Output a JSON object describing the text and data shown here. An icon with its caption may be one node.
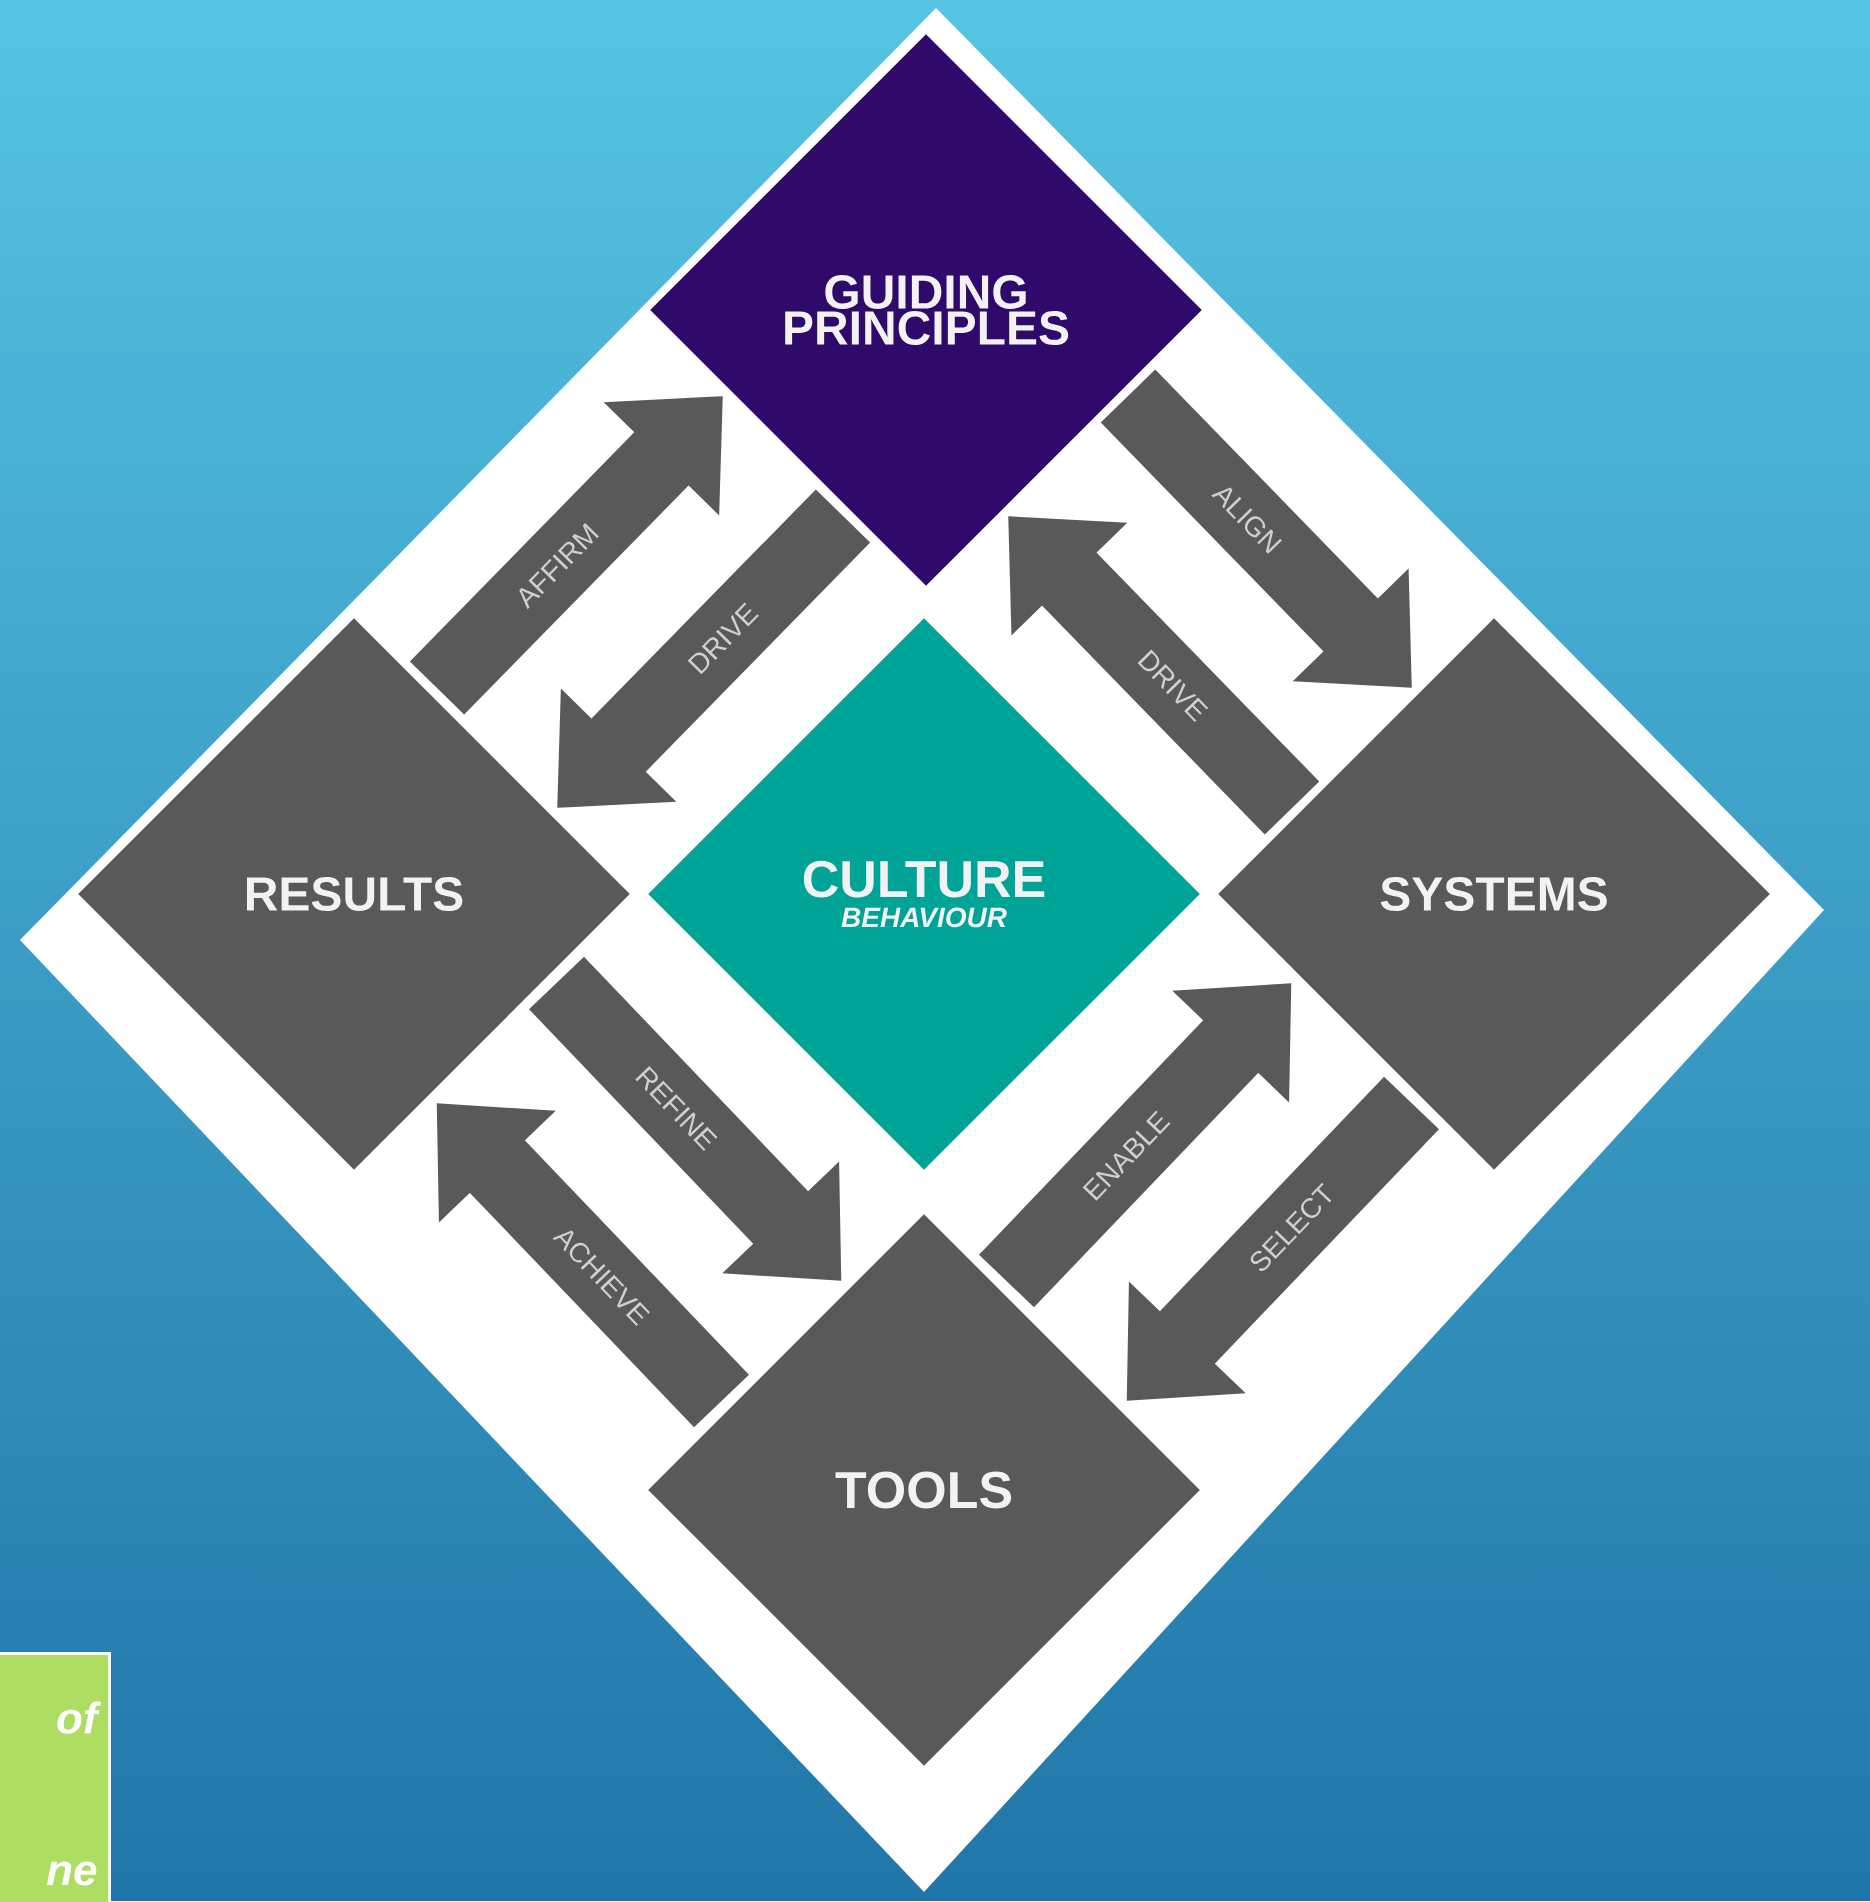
{
  "diagram": {
    "nodes": [
      {
        "text": [
          "GUIDING PRINCIPLES"
        ]
      },
      {
        "text": [
          "RESULTS"
        ]
      },
      {
        "text": [
          "CULTURE",
          "BEHAVIOUR"
        ]
      },
      {
        "text": [
          "SYSTEMS"
        ]
      },
      {
        "text": [
          "TOOLS"
        ]
      },
      {
        "text": [
          "of",
          "ne"
        ]
      }
    ],
    "edges": [
      {
        "from": 1,
        "to": 0,
        "arrow": "to",
        "label": "AFFIRM"
      },
      {
        "from": 0,
        "to": 1,
        "arrow": "to",
        "label": "DRIVE"
      },
      {
        "from": 0,
        "to": 3,
        "arrow": "to",
        "label": "ALIGN"
      },
      {
        "from": 3,
        "to": 0,
        "arrow": "to",
        "label": "DRIVE"
      },
      {
        "from": 1,
        "to": 4,
        "arrow": "to",
        "label": "REFINE"
      },
      {
        "from": 4,
        "to": 1,
        "arrow": "to",
        "label": "ACHIEVE"
      },
      {
        "from": 4,
        "to": 3,
        "arrow": "to",
        "label": "ENABLE"
      },
      {
        "from": 3,
        "to": 4,
        "arrow": "to",
        "label": "SELECT"
      }
    ]
  }
}
